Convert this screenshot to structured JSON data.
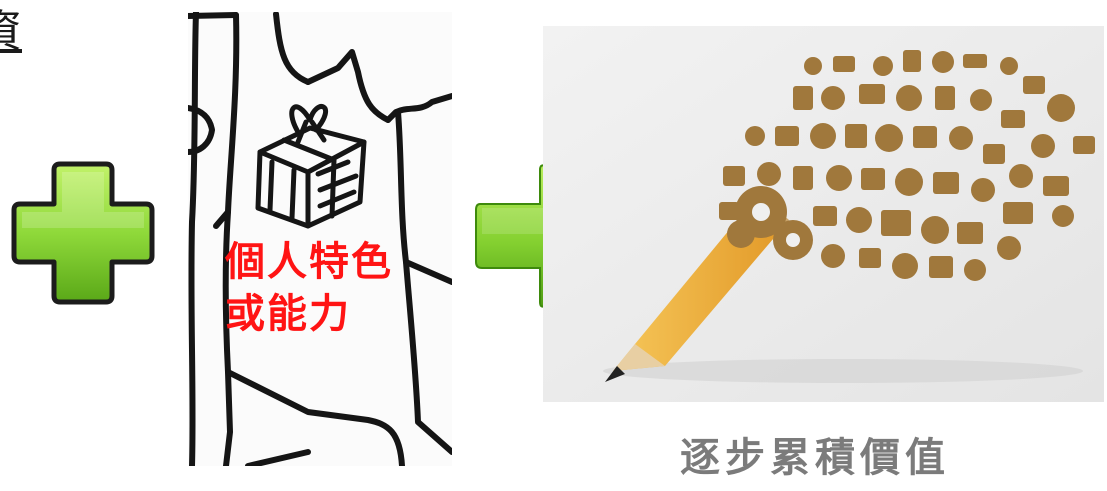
{
  "corner_fragment": "資",
  "plus_icon": {
    "icon": "plus-icon",
    "color": "#7cd12f"
  },
  "sketch": {
    "icon": "gift-box-icon",
    "label_lines": [
      "個人特色",
      "或能力"
    ],
    "label_color": "#ff1414"
  },
  "arrow_icon": {
    "icon": "arrow-right-icon",
    "color": "#7cd12f"
  },
  "creative_image": {
    "icon": "pencil-icon",
    "accent_color": "#a0783c"
  },
  "caption": "逐步累積價值"
}
